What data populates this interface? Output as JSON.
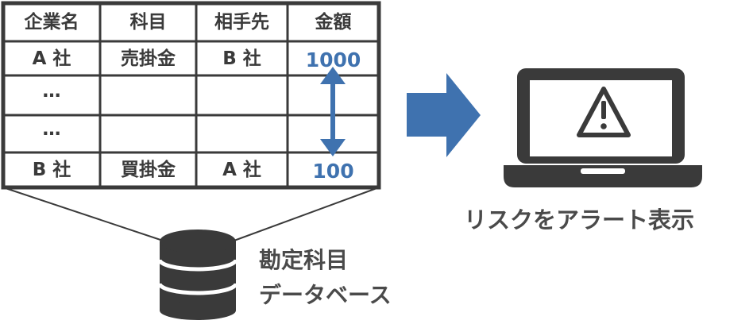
{
  "table": {
    "headers": [
      "企業名",
      "科目",
      "相手先",
      "金額"
    ],
    "rows": [
      [
        "A 社",
        "売掛金",
        "B 社",
        "1000"
      ],
      [
        "…",
        "",
        "",
        ""
      ],
      [
        "…",
        "",
        "",
        ""
      ],
      [
        "B 社",
        "買掛金",
        "A 社",
        "100"
      ]
    ]
  },
  "database": {
    "label_line1": "勘定科目",
    "label_line2": "データベース"
  },
  "alert": {
    "label": "リスクをアラート表示"
  },
  "colors": {
    "accent": "#3f72af",
    "dark": "#3a3a3a",
    "white": "#ffffff"
  },
  "icons": [
    "database-icon",
    "right-arrow-icon",
    "laptop-icon",
    "warning-icon",
    "double-arrow-icon"
  ]
}
